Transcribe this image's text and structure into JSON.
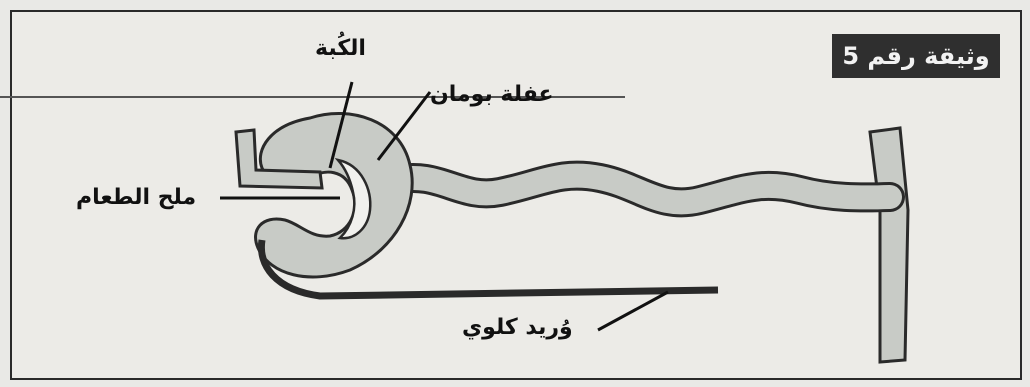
{
  "document_label": "وثيقة رقم 5",
  "labels": {
    "capsule": "الكُبة",
    "glomerulus": "عفلة بومان",
    "salt": "ملح الطعام",
    "vein": "وُريد كلوي"
  },
  "colors": {
    "tube_fill": "#c8cbc6",
    "tube_stroke": "#2a2a2a",
    "vein": "#2a2a2a"
  }
}
